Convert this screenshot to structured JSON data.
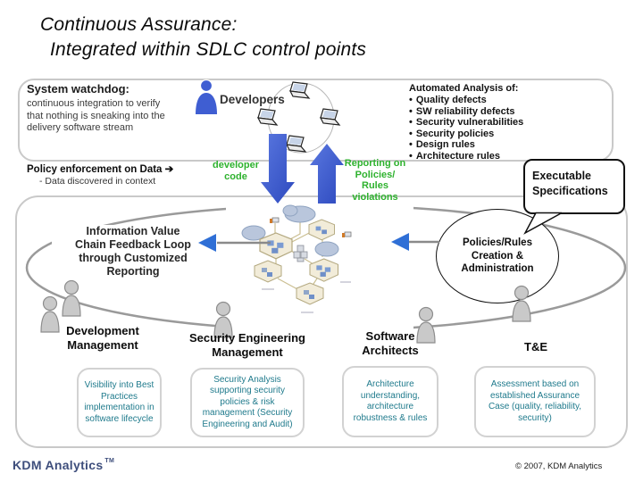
{
  "title": {
    "line1": "Continuous Assurance:",
    "line2": "Integrated within SDLC control points"
  },
  "watchdog": {
    "heading": "System watchdog:",
    "body": "continuous integration to verify that nothing is sneaking into the delivery software stream"
  },
  "developers": {
    "label": "Developers"
  },
  "analysis": {
    "heading": "Automated Analysis of:",
    "bullet": "•",
    "items": [
      "Quality defects",
      "SW reliability defects",
      "Security vulnerabilities",
      "Security policies",
      "Design rules",
      "Architecture rules"
    ]
  },
  "policy": {
    "line1": "Policy enforcement on Data ➔",
    "line2": "- Data discovered in context"
  },
  "flow": {
    "developer_code_lines": [
      "developer",
      "code"
    ],
    "reporting_lines": [
      "Reporting on",
      "Policies/",
      "Rules",
      "violations"
    ]
  },
  "callout": {
    "lines": [
      "Executable",
      "Specifications"
    ]
  },
  "policies_bubble": {
    "lines": [
      "Policies/Rules",
      "Creation &",
      "Administration"
    ]
  },
  "feedback": {
    "lines": [
      "Information Value",
      "Chain Feedback Loop",
      "through Customized",
      "Reporting"
    ]
  },
  "columns": [
    {
      "header_lines": [
        "Development",
        "Management"
      ],
      "body": "Visibility into Best Practices implementation in software lifecycle"
    },
    {
      "header_lines": [
        "Security Engineering",
        "Management"
      ],
      "body": "Security Analysis supporting security policies & risk management (Security Engineering and Audit)"
    },
    {
      "header_lines": [
        "Software",
        "Architects"
      ],
      "body": "Architecture understanding, architecture robustness & rules"
    },
    {
      "header_lines": [
        "T&E"
      ],
      "body": "Assessment based on established Assurance Case (quality, reliability, security)"
    }
  ],
  "footer": {
    "logo": "KDM Analytics",
    "tm": "TM",
    "copyright": "© 2007, KDM Analytics"
  },
  "colors": {
    "arrow_blue": "#3f5ed2",
    "flow_green": "#2eb22e",
    "box_text_teal": "#1f7a8c",
    "logo_navy": "#3e4e7c",
    "frame_gray": "#c9c9c9",
    "loop_gray": "#9a9a9a"
  }
}
